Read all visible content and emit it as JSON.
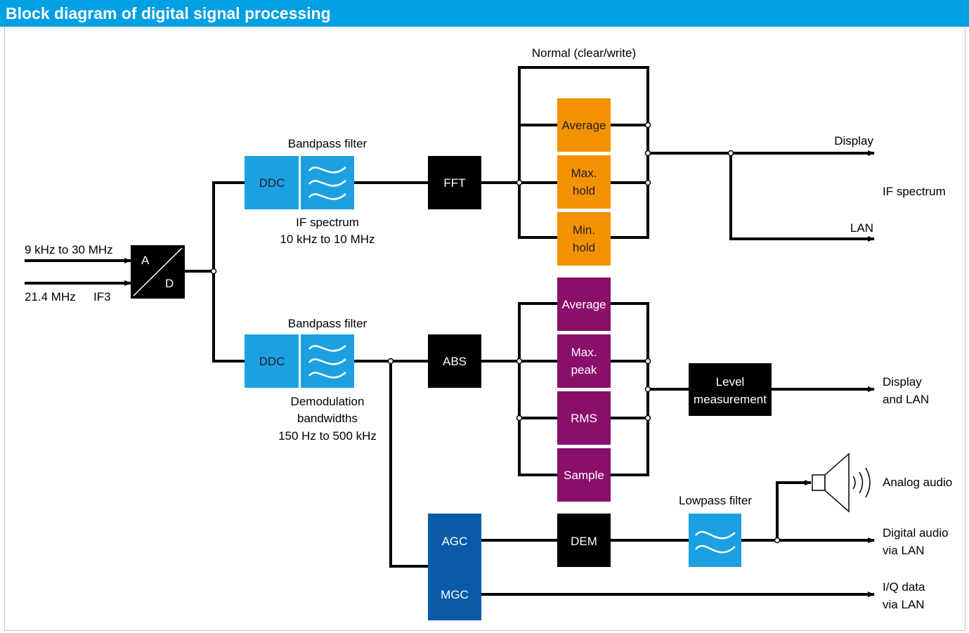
{
  "title": "Block diagram of digital signal processing",
  "colors": {
    "header": "#009fe3",
    "block_blue": "#1ba1e2",
    "block_darkblue": "#0a5aa8",
    "block_orange": "#f39200",
    "block_purple": "#8a0f6a",
    "block_black": "#000000",
    "line": "#000000"
  },
  "inputs": {
    "in1": "9 kHz to 30 MHz",
    "in2_a": "21.4 MHz",
    "in2_b": "IF3"
  },
  "adc": {
    "top": "A",
    "bottom": "D"
  },
  "upper_path": {
    "filter_label": "Bandpass filter",
    "ddc": "DDC",
    "note_line1": "IF spectrum",
    "note_line2": "10 kHz to 10 MHz",
    "fft": "FFT",
    "group_label": "Normal (clear/write)",
    "avg": "Average",
    "maxhold_1": "Max.",
    "maxhold_2": "hold",
    "minhold_1": "Min.",
    "minhold_2": "hold",
    "out_display": "Display",
    "out_if": "IF spectrum",
    "out_lan": "LAN"
  },
  "lower_path": {
    "filter_label": "Bandpass filter",
    "ddc": "DDC",
    "note_line1": "Demodulation",
    "note_line2": "bandwidths",
    "note_line3": "150 Hz to 500 kHz",
    "abs": "ABS",
    "avg": "Average",
    "maxpeak_1": "Max.",
    "maxpeak_2": "peak",
    "rms": "RMS",
    "sample": "Sample",
    "level_1": "Level",
    "level_2": "measurement",
    "out_1": "Display",
    "out_2": "and LAN"
  },
  "audio_path": {
    "agc": "AGC",
    "mgc": "MGC",
    "dem": "DEM",
    "lowpass_label": "Lowpass filter",
    "analog_audio": "Analog audio",
    "digital_1": "Digital audio",
    "digital_2": "via LAN",
    "iq_1": "I/Q data",
    "iq_2": "via LAN"
  }
}
